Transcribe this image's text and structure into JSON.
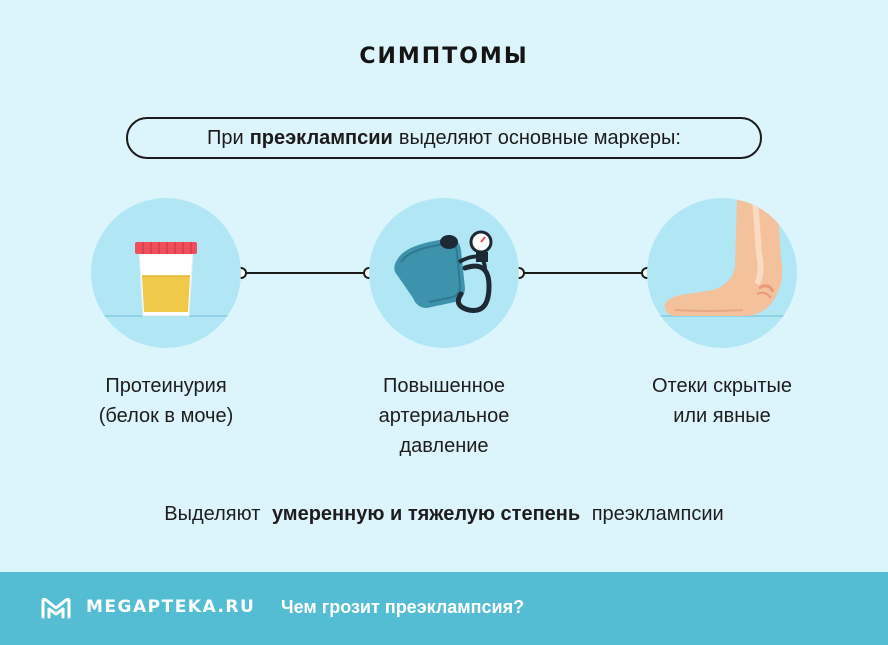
{
  "title": "СИМПТОМЫ",
  "intro": {
    "prefix": "При",
    "bold": "преэклампсии",
    "suffix": "выделяют основные маркеры:"
  },
  "symptoms": [
    {
      "icon": "urine-cup-icon",
      "lines": [
        "Протеинурия",
        "(белок в моче)"
      ]
    },
    {
      "icon": "blood-pressure-monitor-icon",
      "lines": [
        "Повышенное",
        "артериальное",
        "давление"
      ]
    },
    {
      "icon": "swollen-foot-icon",
      "lines": [
        "Отеки скрытые",
        "или явные"
      ]
    }
  ],
  "note": {
    "prefix": "Выделяют",
    "bold": "умеренную и тяжелую степень",
    "suffix": "преэклампсии"
  },
  "footer": {
    "brand": "MEGAPTEKA.RU",
    "link": "Чем грозит преэклампсия?"
  },
  "colors": {
    "background": "#dcf5fc",
    "circle": "#b1e7f5",
    "footer": "#54bdd4",
    "urine": "#f1c94a",
    "cuff": "#3e93ac",
    "lid": "#f04e5b",
    "skin": "#f3c19c"
  }
}
